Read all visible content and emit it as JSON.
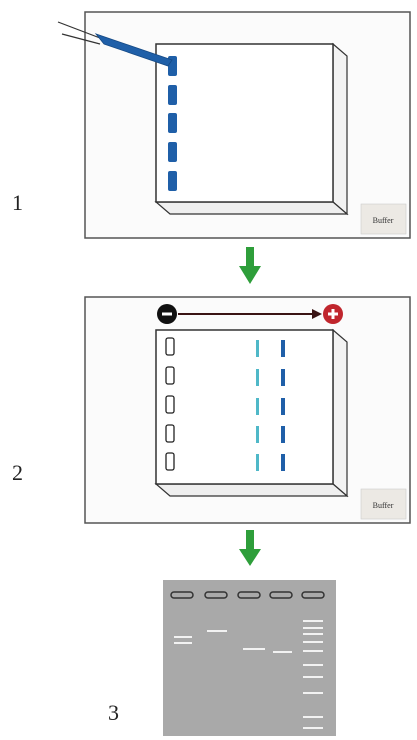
{
  "steps": [
    {
      "number": "1",
      "buffer_label": "Buffer"
    },
    {
      "number": "2",
      "buffer_label": "Buffer"
    },
    {
      "number": "3"
    }
  ],
  "electrodes": {
    "negative": "-",
    "positive": "+"
  },
  "colors": {
    "sample_blue": "#1f5fa8",
    "light_band": "#4fb8c8",
    "dark_band": "#1f5fa8",
    "flow_arrow": "#2e9e3a",
    "negative_electrode": "#111111",
    "positive_electrode": "#c0262d",
    "gel_image_bg": "#a9a9a9"
  },
  "icons": [
    "pipette-icon",
    "minus-circle-icon",
    "plus-circle-icon",
    "down-arrow-icon"
  ]
}
